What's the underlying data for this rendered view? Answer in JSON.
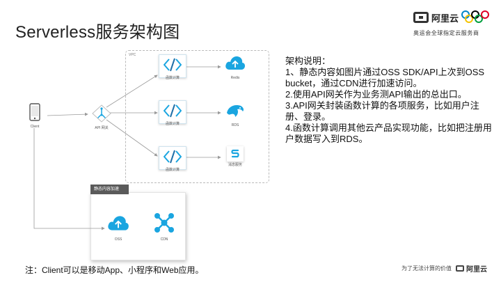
{
  "title": "Serverless服务架构图",
  "brand": {
    "name": "阿里云",
    "subtitle": "奥运会全球指定云服务商",
    "ring_colors": [
      "#0085c7",
      "#f4c300",
      "#000000",
      "#009f3d",
      "#df0024"
    ]
  },
  "diagram": {
    "vpc_label": "VPC",
    "cdn_group_label": "静态内容加速",
    "nodes": {
      "client": "Client",
      "api_gateway": "API 网关",
      "fc_top": "函数计算",
      "fc_mid": "函数计算",
      "fc_bottom": "函数计算",
      "redis": "Redis",
      "rds": "RDS",
      "mq": "消息服务",
      "oss": "OSS",
      "cdn": "CDN"
    },
    "colors": {
      "accent": "#1aa5e0",
      "dark_accent": "#1f6fa8",
      "line": "#9a9a9a"
    }
  },
  "description": {
    "heading": "架构说明：",
    "items": [
      "1、静态内容如图片通过OSS SDK/API上次到OSS bucket，通过CDN进行加速访问。",
      "2.使用API网关作为业务测API输出的总出口。",
      "3.API网关封装函数计算的各项服务，比如用户注册、登录。",
      "4.函数计算调用其他云产品实现功能，比如把注册用户数据写入到RDS。"
    ]
  },
  "note": "注：Client可以是移动App、小程序和Web应用。",
  "footer": {
    "slogan": "为了无法计算的价值",
    "brand": "阿里云"
  }
}
